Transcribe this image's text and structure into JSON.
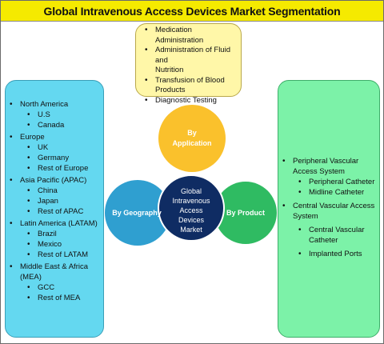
{
  "title": "Global Intravenous Access Devices Market Segmentation",
  "center": {
    "lines": [
      "Global",
      "Intravenous",
      "Access",
      "Devices",
      "Market"
    ]
  },
  "circles": {
    "application": {
      "lines": [
        "By",
        "Application"
      ],
      "color": "#fac12c"
    },
    "geography": {
      "label": "By Geography",
      "color": "#2f9fd0"
    },
    "product": {
      "label": "By Product",
      "color": "#2fbb62"
    },
    "center_color": "#0f2c63"
  },
  "application_box": {
    "items": [
      {
        "lines": [
          "Medication Administration"
        ]
      },
      {
        "lines": [
          "Administration of Fluid and",
          "Nutrition"
        ]
      },
      {
        "lines": [
          "Transfusion of Blood",
          "Products"
        ]
      },
      {
        "lines": [
          "Diagnostic Testing"
        ]
      }
    ],
    "color": "#fff7a8"
  },
  "geography_box": {
    "color": "#64d8f0",
    "regions": [
      {
        "name": "North America",
        "subs": [
          "U.S",
          "Canada"
        ]
      },
      {
        "name": "Europe",
        "subs": [
          "UK",
          "Germany",
          "Rest of Europe"
        ]
      },
      {
        "name": "Asia Pacific (APAC)",
        "subs": [
          "China",
          "Japan",
          "Rest of APAC"
        ]
      },
      {
        "name": "Latin America (LATAM)",
        "subs": [
          "Brazil",
          "Mexico",
          "Rest of LATAM"
        ]
      },
      {
        "name": "Middle East & Africa",
        "name2": "(MEA)",
        "subs": [
          "GCC",
          "Rest of MEA"
        ]
      }
    ]
  },
  "product_box": {
    "color": "#7cf2a8",
    "groups": [
      {
        "lines": [
          "Peripheral Vascular",
          "Access System"
        ],
        "subs": [
          [
            "Peripheral Catheter"
          ],
          [
            "Midline Catheter"
          ]
        ]
      },
      {
        "lines": [
          "Central Vascular Access",
          "System"
        ],
        "subs": [
          [
            "Central Vascular",
            "Catheter"
          ],
          [
            "Implanted Ports"
          ]
        ]
      }
    ]
  }
}
